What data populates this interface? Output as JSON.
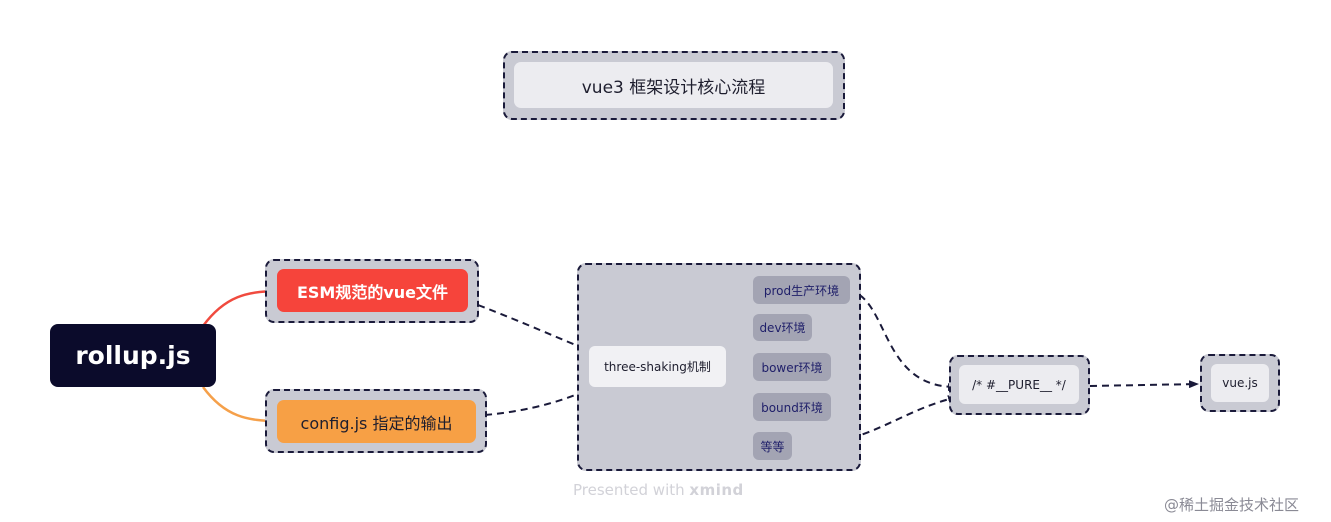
{
  "title": "vue3  框架设计核心流程",
  "root": "rollup.js",
  "inputs": [
    {
      "label": "ESM规范的vue文件",
      "color": "#f6443b"
    },
    {
      "label": "config.js 指定的输出",
      "color": "#f7a045"
    }
  ],
  "mechanism": "three-shaking机制",
  "environments": [
    "prod生产环境",
    "dev环境",
    "bower环境",
    "bound环境",
    "等等"
  ],
  "pure_annotation": "/* #__PURE__ */",
  "output": "vue.js",
  "watermark": {
    "prefix": "Presented with",
    "brand": "xmind"
  },
  "credit": "@稀土掘金技术社区",
  "colors": {
    "frame": "#c9cad3",
    "dashed_line": "#1a1a3a",
    "root": "#0b0b2b",
    "leaf": "#a3a4b3"
  }
}
